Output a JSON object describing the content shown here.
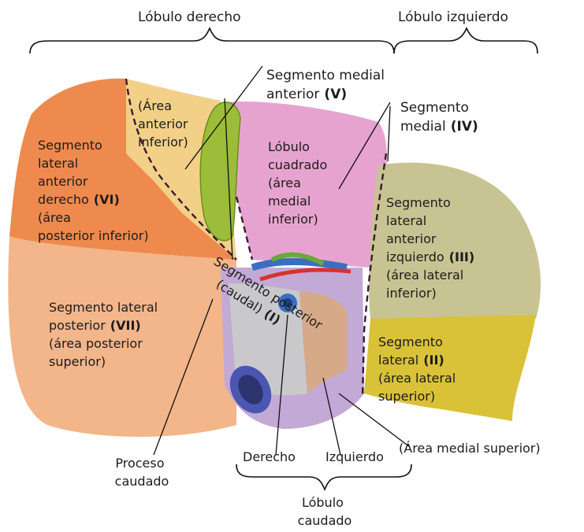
{
  "top": {
    "right_lobe": "Lóbulo derecho",
    "left_lobe": "Lóbulo izquierdo"
  },
  "segments": {
    "anterior_medial": {
      "line1": "Segmento medial",
      "line2": "anterior",
      "num": "(V)"
    },
    "medial_iv": {
      "line1": "Segmento",
      "line2": "medial",
      "num": "(IV)"
    },
    "area_anterior_inferior": {
      "line1": "(Área",
      "line2": "anterior",
      "line3": "inferior)"
    },
    "vi": {
      "line1": "Segmento",
      "line2": "lateral",
      "line3": "anterior",
      "line4": "derecho",
      "num": "(VI)",
      "line5": "(área",
      "line6": "posterior inferior)"
    },
    "quadrate": {
      "line1": "Lóbulo",
      "line2": "cuadrado",
      "line3": "(área",
      "line4": "medial",
      "line5": "inferior)"
    },
    "iii": {
      "line1": "Segmento",
      "line2": "lateral",
      "line3": "anterior",
      "line4": "izquierdo",
      "num": "(III)",
      "line5": "(área lateral",
      "line6": "inferior)"
    },
    "vii": {
      "line1": "Segmento lateral",
      "line2": "posterior",
      "num": "(VII)",
      "line3": "(área posterior",
      "line4": "superior)"
    },
    "caudal": {
      "line1": "Segmento posterior",
      "line2": "(caudal)",
      "num": "(I)"
    },
    "ii": {
      "line1": "Segmento",
      "line2": "lateral",
      "num": "(II)",
      "line3": "(área lateral",
      "line4": "superior)"
    }
  },
  "bottom": {
    "caudate_process_1": "Proceso",
    "caudate_process_2": "caudado",
    "right": "Derecho",
    "left": "Izquierdo",
    "medial_superior": "(Área medial superior)",
    "caudate_lobe_1": "Lóbulo",
    "caudate_lobe_2": "caudado"
  },
  "colors": {
    "vi_orange": "#ee8a4e",
    "vii_peach": "#f3b58a",
    "anterior_inferior_yellow": "#f2d088",
    "gallbladder_green": "#9bbd3a",
    "quadrate_pink": "#e7a3cf",
    "iii_olive": "#c8c392",
    "ii_yellow": "#d9c238",
    "caudate_lavender": "#c3a9d6",
    "ivc_blue": "#4a56b0",
    "portal_blue": "#3a6fc0",
    "artery_red": "#d8322e",
    "bile_green": "#6aa83a"
  }
}
